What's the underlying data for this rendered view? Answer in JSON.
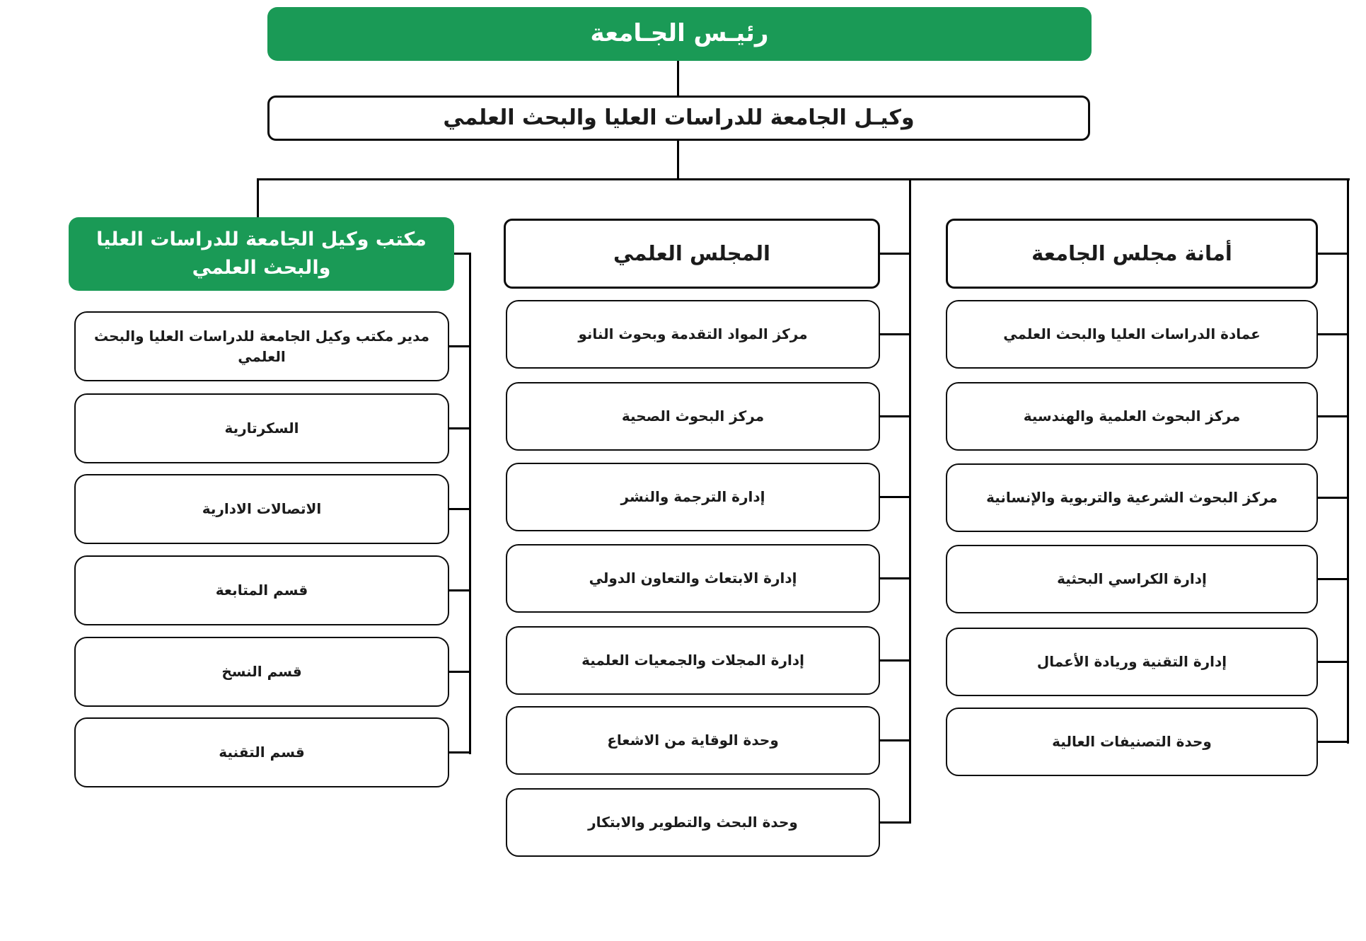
{
  "colors": {
    "green": "#1a9a56",
    "line": "#000000",
    "background": "#ffffff"
  },
  "org": {
    "president": "رئيـس الجـامعة",
    "vice_president": "وكيـل الجامعة للدراسات العليا والبحث العلمي",
    "columns": [
      {
        "header": "مكتب وكيل الجامعة للدراسات العليا والبحث العلمي",
        "items": [
          "مدير مكتب وكيل الجامعة للدراسات العليا والبحث العلمي",
          "السكرتارية",
          "الاتصالات الادارية",
          "قسم المتابعة",
          "قسم النسخ",
          "قسم التقنية"
        ]
      },
      {
        "header": "المجلس العلمي",
        "items": [
          "مركز المواد التقدمة وبحوث النانو",
          "مركز البحوث الصحية",
          "إدارة الترجمة والنشر",
          "إدارة الابتعاث والتعاون الدولي",
          "إدارة المجلات والجمعيات العلمية",
          "وحدة الوقاية من الاشعاع",
          "وحدة البحث والتطوير والابتكار"
        ]
      },
      {
        "header": "أمانة مجلس الجامعة",
        "items": [
          "عمادة الدراسات العليا والبحث العلمي",
          "مركز البحوث العلمية والهندسية",
          "مركز البحوث الشرعية والتربوية والإنسانية",
          "إدارة الكراسي البحثية",
          "إدارة التقنية وريادة الأعمال",
          "وحدة التصنيفات العالية"
        ]
      }
    ]
  }
}
